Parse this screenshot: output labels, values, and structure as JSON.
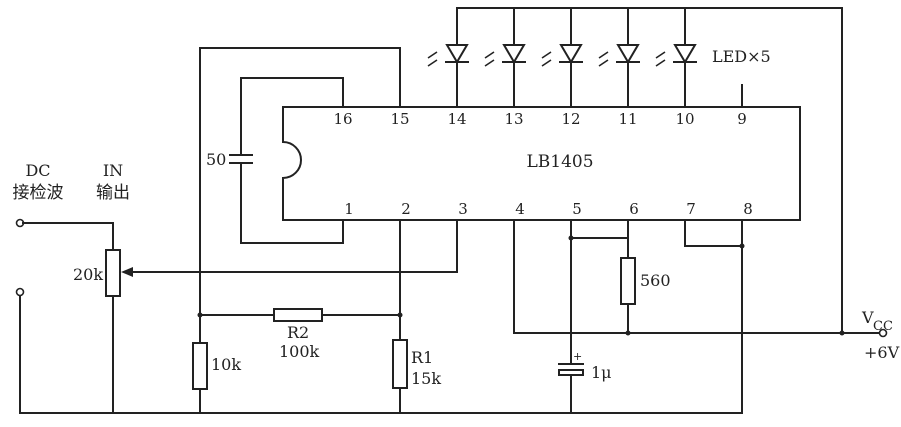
{
  "ic": {
    "name": "LB1405",
    "top_pins": [
      "16",
      "15",
      "14",
      "13",
      "12",
      "11",
      "10",
      "9"
    ],
    "bottom_pins": [
      "1",
      "2",
      "3",
      "4",
      "5",
      "6",
      "7",
      "8"
    ]
  },
  "leds": {
    "label": "LED×5"
  },
  "inputs": {
    "dc_line1": "DC",
    "dc_line2": "接检波",
    "in_line1": "IN",
    "in_line2": "输出"
  },
  "components": {
    "pot": "20k",
    "cap50": "50",
    "r2_name": "R2",
    "r2_value": "100k",
    "r_10k": "10k",
    "r1_name": "R1",
    "r1_value": "15k",
    "r560": "560",
    "cap1u": "1μ"
  },
  "supply": {
    "vcc": "V",
    "vcc_sub": "CC",
    "voltage": "+6V"
  }
}
